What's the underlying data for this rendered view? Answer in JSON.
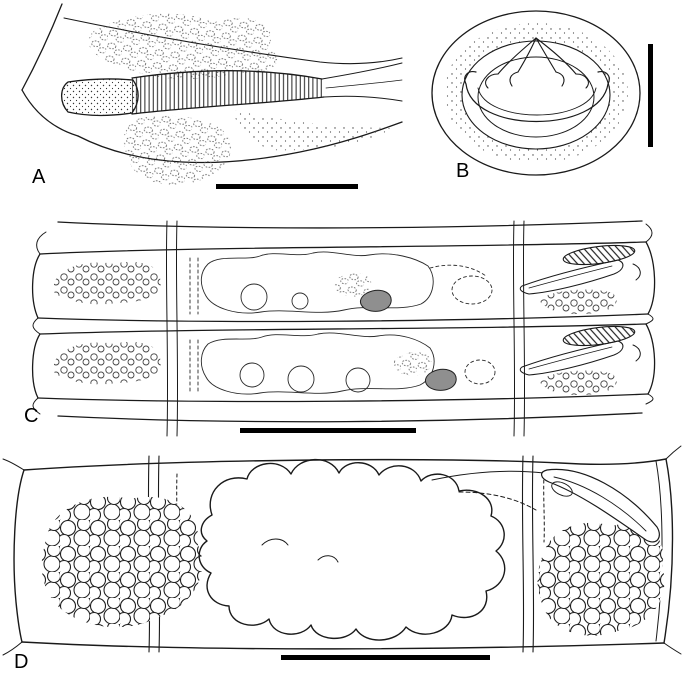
{
  "figure": {
    "background": "#ffffff",
    "ink": "#1a1a1a",
    "shade_gray": "#8f8f8f",
    "scale_bar_color": "#000000",
    "panels": [
      {
        "label": "A"
      },
      {
        "label": "B"
      },
      {
        "label": "C"
      },
      {
        "label": "D"
      }
    ]
  }
}
